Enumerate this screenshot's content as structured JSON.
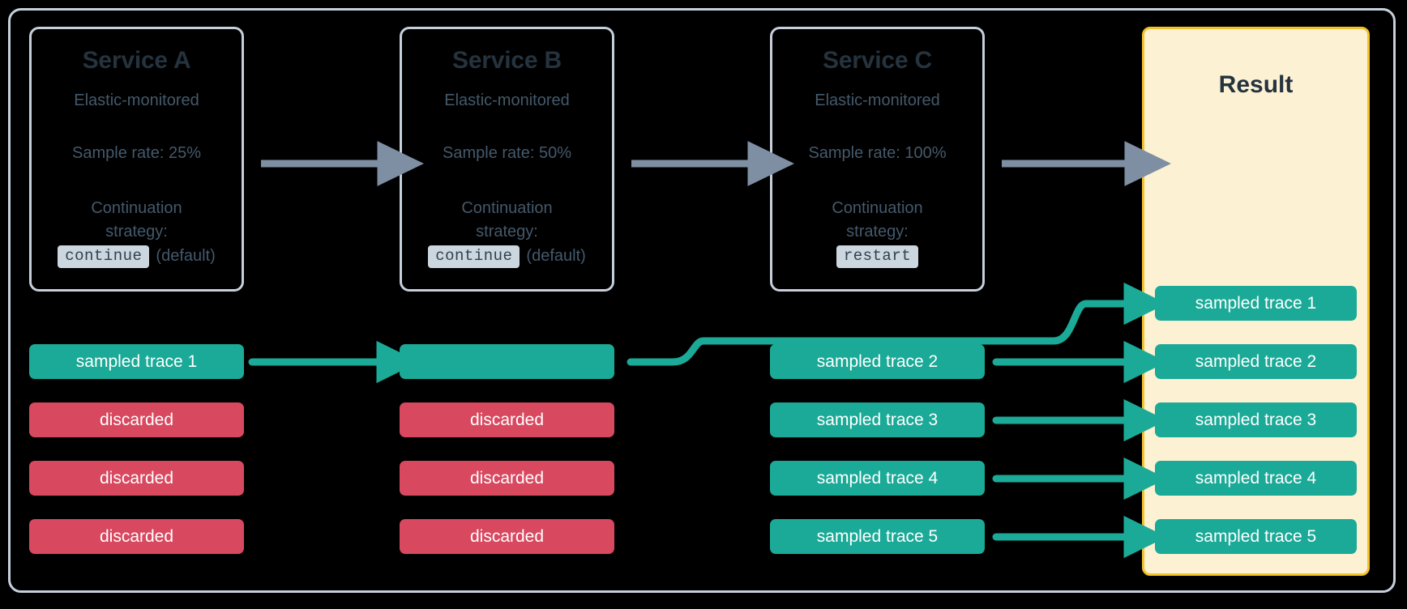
{
  "diagram": {
    "title_colors": {
      "teal": "#1BAA97",
      "red": "#D8485F",
      "gray_arrow": "#7E8FA3",
      "result_bg": "#FCF1D3",
      "result_border": "#F3C12A",
      "card_border": "#C6CFDC",
      "heading": "#25333F",
      "body_text": "#44596B"
    },
    "services": [
      {
        "name": "Service A",
        "subtitle": "Elastic-monitored",
        "sample_rate": "Sample rate: 25%",
        "strategy_label": "Continuation strategy:",
        "strategy_value": "continue",
        "strategy_note": "(default)"
      },
      {
        "name": "Service B",
        "subtitle": "Elastic-monitored",
        "sample_rate": "Sample rate: 50%",
        "strategy_label": "Continuation strategy:",
        "strategy_value": "continue",
        "strategy_note": "(default)"
      },
      {
        "name": "Service C",
        "subtitle": "Elastic-monitored",
        "sample_rate": "Sample rate: 100%",
        "strategy_label": "Continuation strategy:",
        "strategy_value": "restart",
        "strategy_note": ""
      }
    ],
    "result": {
      "title": "Result",
      "traces": [
        "sampled trace 1",
        "sampled trace 2",
        "sampled trace 3",
        "sampled trace 4",
        "sampled trace 5"
      ]
    },
    "columns": [
      {
        "service": "Service A",
        "traces": [
          {
            "label": "sampled trace 1",
            "state": "sampled"
          },
          {
            "label": "discarded",
            "state": "discarded"
          },
          {
            "label": "discarded",
            "state": "discarded"
          },
          {
            "label": "discarded",
            "state": "discarded"
          }
        ]
      },
      {
        "service": "Service B",
        "traces": [
          {
            "label": "",
            "state": "sampled"
          },
          {
            "label": "discarded",
            "state": "discarded"
          },
          {
            "label": "discarded",
            "state": "discarded"
          },
          {
            "label": "discarded",
            "state": "discarded"
          }
        ]
      },
      {
        "service": "Service C",
        "traces": [
          {
            "label": "sampled trace 2",
            "state": "sampled"
          },
          {
            "label": "sampled trace 3",
            "state": "sampled"
          },
          {
            "label": "sampled trace 4",
            "state": "sampled"
          },
          {
            "label": "sampled trace 5",
            "state": "sampled"
          }
        ]
      }
    ]
  }
}
